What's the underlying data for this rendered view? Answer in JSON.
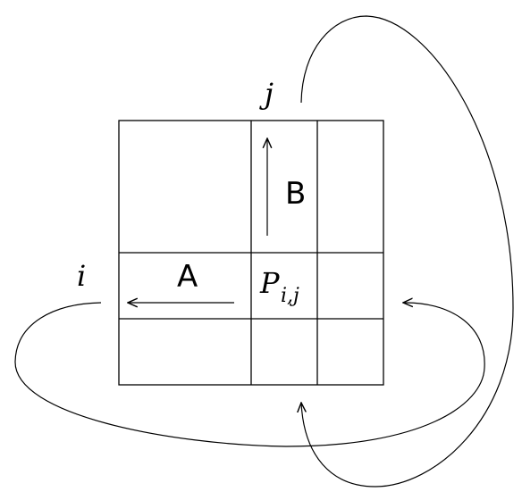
{
  "labels": {
    "i": "i",
    "j": "j",
    "a": "A",
    "b": "B",
    "p_main": "P",
    "p_sub": "i,j"
  },
  "colors": {
    "stroke": "#000000",
    "background": "#ffffff"
  }
}
